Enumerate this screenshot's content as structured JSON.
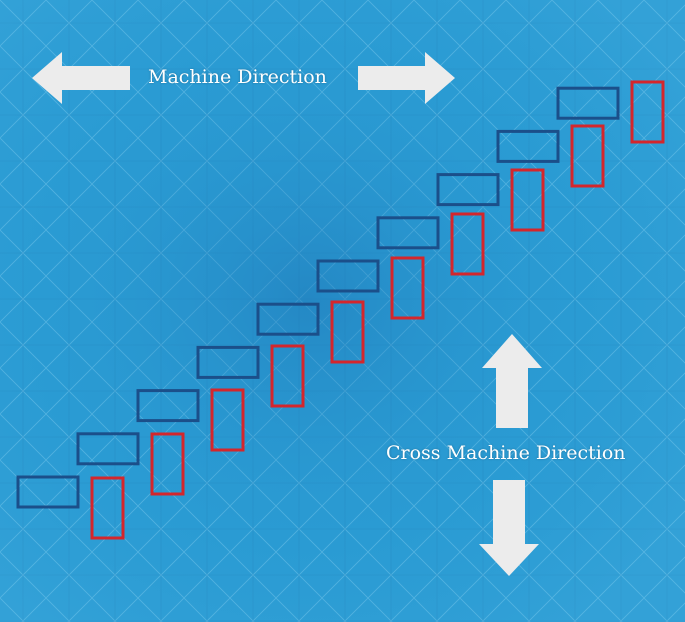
{
  "labels": {
    "machine_direction": "Machine Direction",
    "cross_machine_direction": "Cross Machine Direction"
  },
  "colors": {
    "fabric_base": "#2a9bd3",
    "fabric_dark": "#1f78b8",
    "fabric_light": "#4db4e4",
    "seam_line": "#7ec9ec",
    "arrow_fill": "#ececec",
    "machine_direction_box": "#1b4f8a",
    "cross_direction_box": "#d4262c"
  },
  "specimens": {
    "machine_direction_count": 10,
    "cross_direction_count": 10
  }
}
